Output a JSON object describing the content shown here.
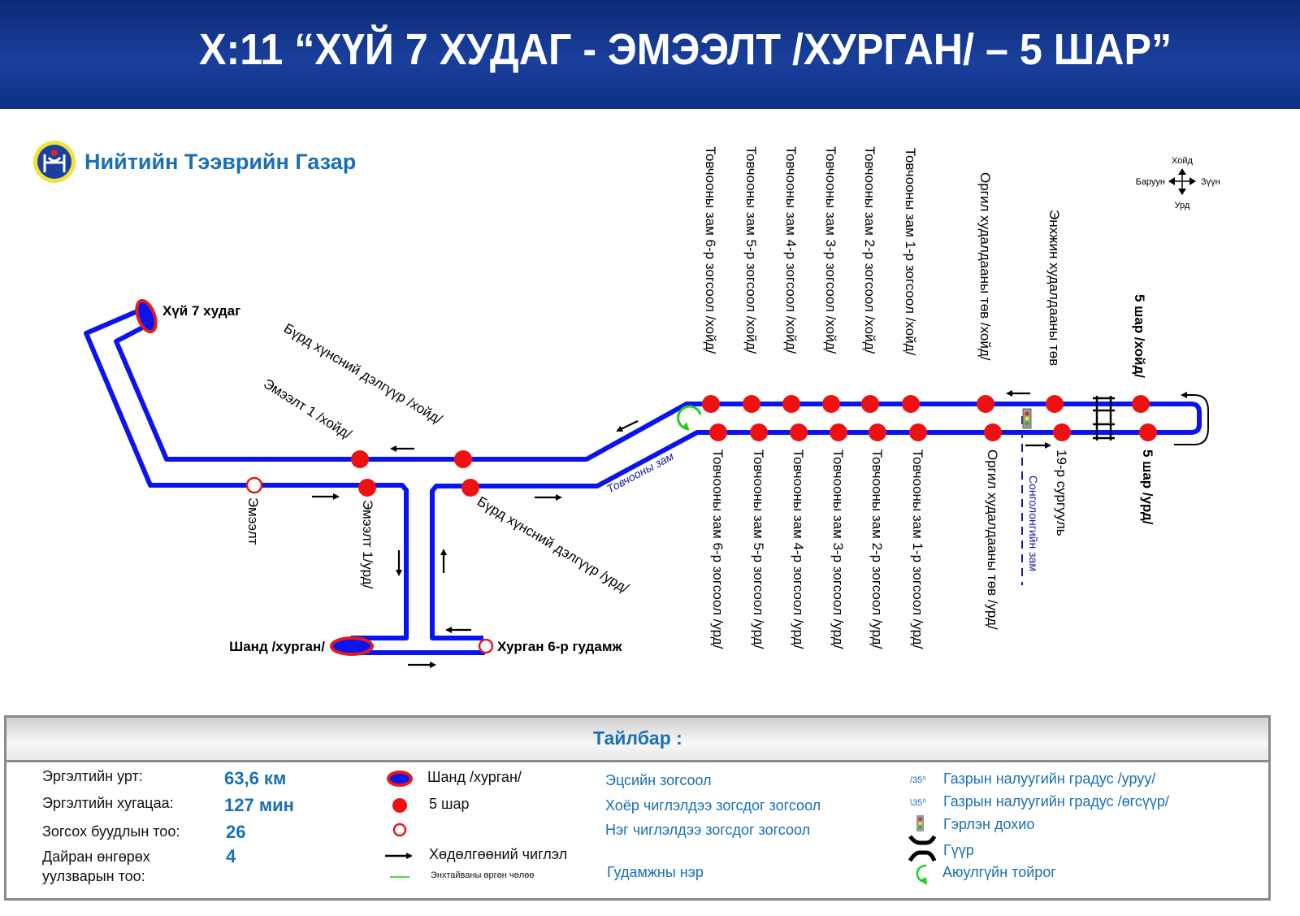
{
  "header": {
    "title": "Х:11 “ХҮЙ 7 ХУДАГ - ЭМЭЭЛТ /ХУРГАН/ – 5 ШАР”"
  },
  "organization": {
    "name": "Нийтийн Тээврийн Газар"
  },
  "compass": {
    "north": "Хойд",
    "south": "Урд",
    "west": "Баруун",
    "east": "Зүүн"
  },
  "colors": {
    "route": "#0a14f0",
    "stop": "#ee1111",
    "header": "#1a3f9c",
    "accent": "#1a6fb5",
    "roundabout": "#22cc22"
  },
  "map": {
    "terminals": {
      "start": "Хүй 7 худаг",
      "depot": "Шанд /хурган/",
      "khurgan": "Хурган 6-р гудамж"
    },
    "top_stops": [
      "Товчооны зам 6-р зогсоол /хойд/",
      "Товчооны зам 5-р зогсоол /хойд/",
      "Товчооны зам 4-р зогсоол /хойд/",
      "Товчооны зам 3-р зогсоол /хойд/",
      "Товчооны зам 2-р зогсоол /хойд/",
      "Товчооны зам 1-р зогсоол /хойд/",
      "Оргил худалдааны төв /хойд/",
      "Энхжин худалдааны төв",
      "5 шар /хойд/"
    ],
    "bottom_stops": [
      "Товчооны зам 6-р зогсоол /урд/",
      "Товчооны зам 5-р зогсоол /урд/",
      "Товчооны зам 4-р зогсоол /урд/",
      "Товчооны зам 3-р зогсоол /урд/",
      "Товчооны зам 2-р зогсоол /урд/",
      "Товчооны зам 1-р зогсоол /урд/",
      "Оргил худалдааны төв /урд/",
      "19-р сургууль",
      "5 шар /урд/"
    ],
    "left_stops": {
      "burd_north": "Бүрд хүнсний дэлгүүр /хойд/",
      "emeelt1_north": "Эмээлт 1 /хойд/",
      "emeelt": "Эмээлт",
      "emeelt1_south": "Эмээлт 1/урд/",
      "burd_south": "Бүрд хүнсний дэлгүүр /урд/"
    },
    "streets": {
      "tovchoo": "Товчооны зам",
      "songino": "Сонголонгийн зам"
    }
  },
  "legend": {
    "title": "Тайлбар :",
    "stats": [
      {
        "label": "Эргэлтийн урт:",
        "value": "63,6 км"
      },
      {
        "label": "Эргэлтийн хугацаа:",
        "value": "127 мин"
      },
      {
        "label": "Зогсох буудлын тоо:",
        "value": "26"
      },
      {
        "label": "Дайран өнгөрөх уулзварын тоо:",
        "label_line1": "Дайран өнгөрөх",
        "label_line2": "уулзварын тоо:",
        "value": "4"
      }
    ],
    "symbols": {
      "depot": "Шанд /хурган/",
      "five_shar": "5 шар",
      "direction": "Хөдөлгөөний чиглэл",
      "avenue": "Энхтайваны өргөн чөлөө"
    },
    "stop_types": [
      "Эцсийн зогсоол",
      "Хоёр чиглэлдээ зогсдог зогсоол",
      "Нэг чиглэлдээ зогсдог зогсоол",
      "Гудамжны нэр"
    ],
    "slope_mark_down": "/35⁰",
    "slope_mark_up": "\\35⁰",
    "features": [
      "Газрын налуугийн градус /уруу/",
      "Газрын налуугийн градус /өгсүүр/",
      "Гэрлэн дохио",
      "Гүүр",
      "Аюулгүйн тойрог"
    ]
  }
}
